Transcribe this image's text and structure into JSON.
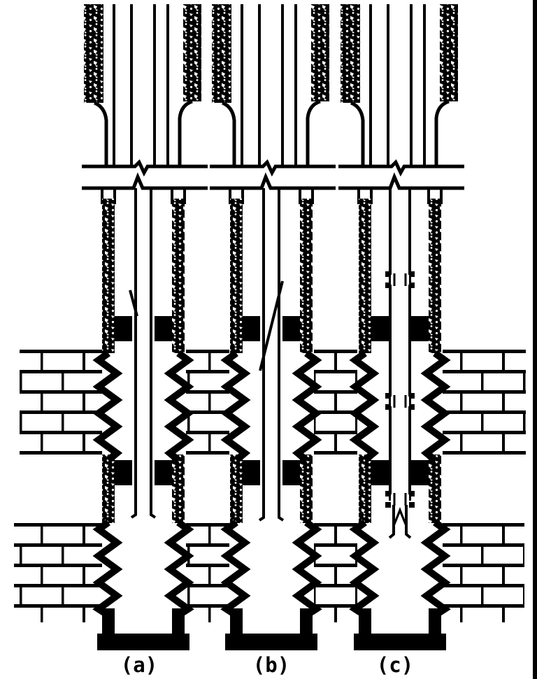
{
  "figure": {
    "background_color": "#ffffff",
    "ink_color": "#000000",
    "panel_labels": [
      {
        "id": "a",
        "text": "(a)"
      },
      {
        "id": "b",
        "text": "(b)"
      },
      {
        "id": "c",
        "text": "(c)"
      }
    ]
  }
}
